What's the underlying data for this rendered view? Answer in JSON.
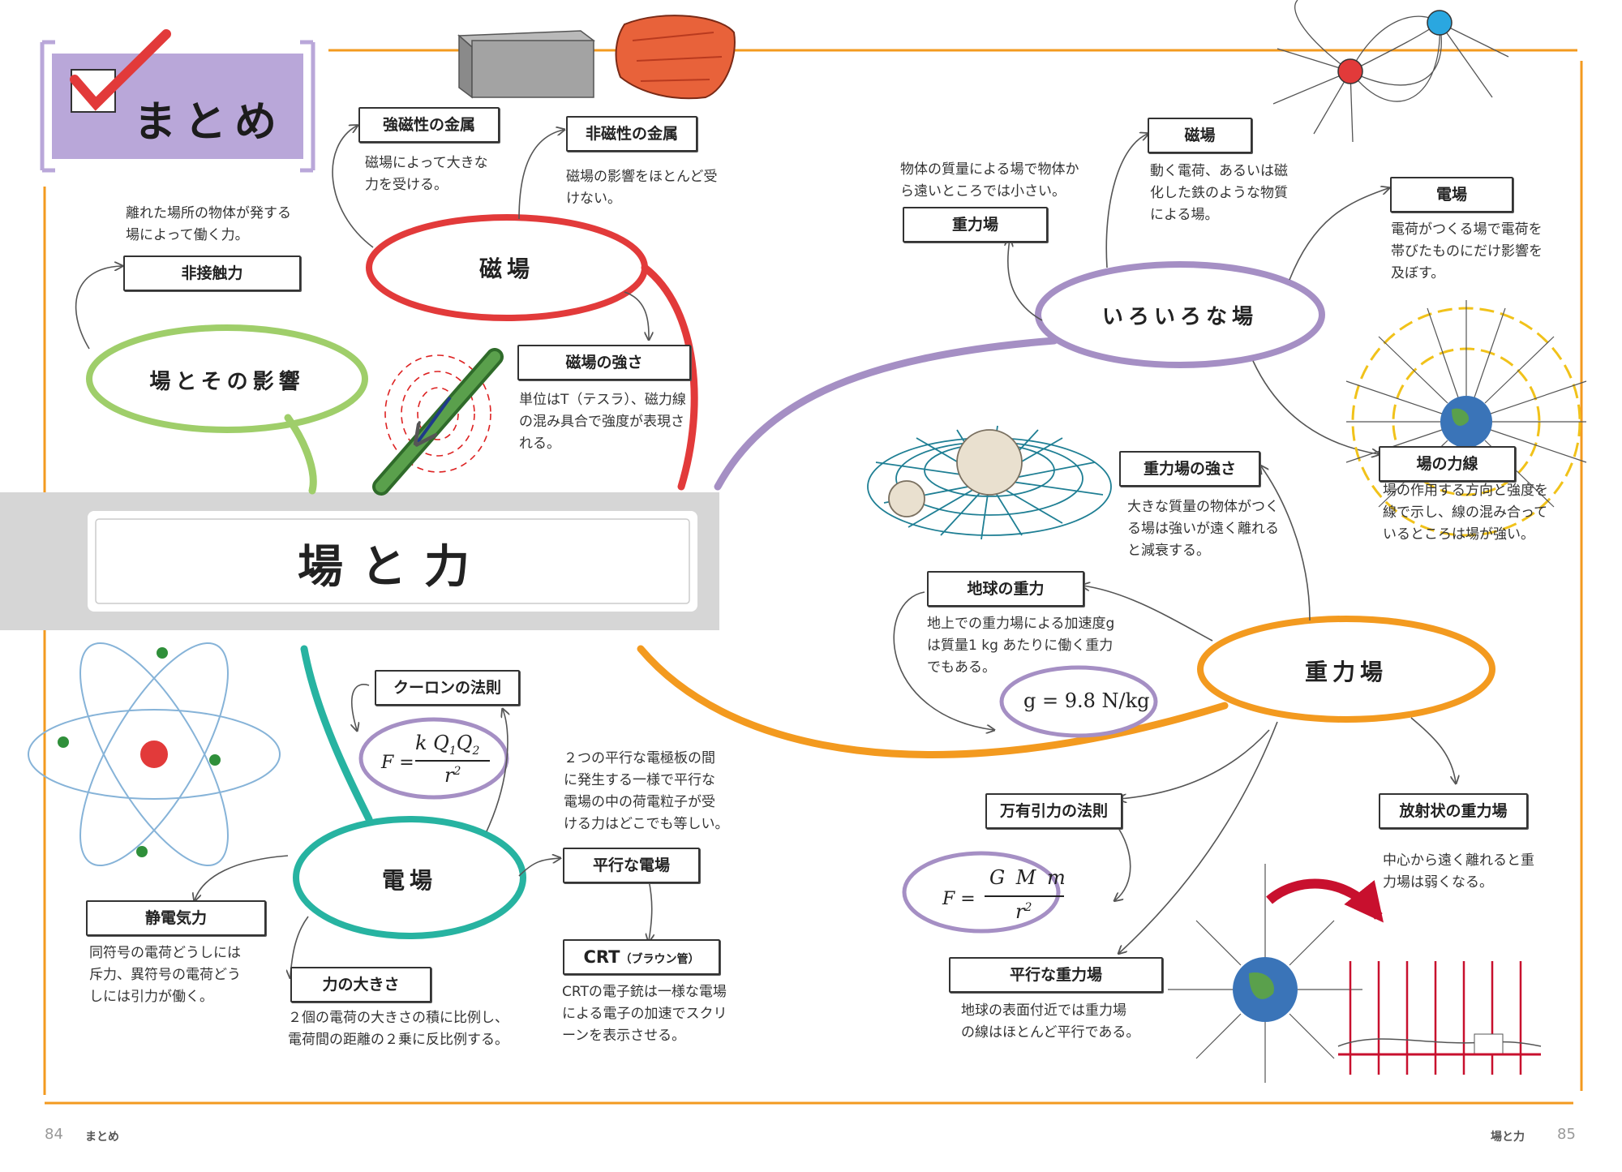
{
  "header": {
    "title": "まとめ"
  },
  "main": {
    "title": "場と力"
  },
  "hubs": {
    "magnetic": "磁場",
    "field_effect": "場とその影響",
    "various": "いろいろな場",
    "gravity": "重力場",
    "electric": "電場"
  },
  "nodes": {
    "ferro": {
      "title": "強磁性の金属",
      "desc": [
        "磁場によって大きな",
        "力を受ける。"
      ]
    },
    "nonmag": {
      "title": "非磁性の金属",
      "desc": [
        "磁場の影響をほとんど受",
        "けない。"
      ]
    },
    "noncontact": {
      "title": "非接触力",
      "desc": [
        "離れた場所の物体が発する",
        "場によって働く力。"
      ]
    },
    "magstrength": {
      "title": "磁場の強さ",
      "desc": [
        "単位はT（テスラ）、磁力線",
        "の混み具合で強度が表現さ",
        "れる。"
      ]
    },
    "gravfield": {
      "title": "重力場",
      "desc": [
        "物体の質量による場で物体か",
        "ら遠いところでは小さい。"
      ]
    },
    "magfield": {
      "title": "磁場",
      "desc": [
        "動く電荷、あるいは磁",
        "化した鉄のような物質",
        "による場。"
      ]
    },
    "efield": {
      "title": "電場",
      "desc": [
        "電荷がつくる場で電荷を",
        "帯びたものにだけ影響を",
        "及ぼす。"
      ]
    },
    "fieldlines": {
      "title": "場の力線",
      "desc": [
        "場の作用する方向と強度を",
        "線で示し、線の混み合って",
        "いるところは場が強い。"
      ]
    },
    "gravstrength": {
      "title": "重力場の強さ",
      "desc": [
        "大きな質量の物体がつく",
        "る場は強いが遠く離れる",
        "と減衰する。"
      ]
    },
    "earthgrav": {
      "title": "地球の重力",
      "desc": [
        "地上での重力場による加速度g",
        "は質量1 kg あたりに働く重力",
        "でもある。"
      ]
    },
    "coulomb": {
      "title": "クーロンの法則"
    },
    "parallel_e": {
      "title": "平行な電場",
      "desc": [
        "２つの平行な電極板の間",
        "に発生する一様で平行な",
        "電場の中の荷電粒子が受",
        "ける力はどこでも等しい。"
      ]
    },
    "crt": {
      "title": "CRT",
      "title_small": "（ブラウン管）",
      "desc": [
        "CRTの電子銃は一様な電場",
        "による電子の加速でスクリ",
        "ーンを表示させる。"
      ]
    },
    "electrostatic": {
      "title": "静電気力",
      "desc": [
        "同符号の電荷どうしには",
        "斥力、異符号の電荷どう",
        "しには引力が働く。"
      ]
    },
    "force_size": {
      "title": "力の大きさ",
      "desc": [
        "２個の電荷の大きさの積に比例し、",
        "電荷間の距離の２乗に反比例する。"
      ]
    },
    "universal": {
      "title": "万有引力の法則"
    },
    "radial": {
      "title": "放射状の重力場",
      "desc": [
        "中心から遠く離れると重",
        "力場は弱くなる。"
      ]
    },
    "parallel_g": {
      "title": "平行な重力場",
      "desc": [
        "地球の表面付近では重力場",
        "の線はほとんど平行である。"
      ]
    }
  },
  "formulas": {
    "g_value": "g = 9.8 N/kg",
    "coulomb": {
      "lhs": "F =",
      "num": "k Q",
      "sub1": "1",
      "q2": "Q",
      "sub2": "2",
      "den": "r",
      "sup": "2"
    },
    "newton": {
      "lhs": "F =",
      "num": "G M m",
      "den": "r",
      "sup": "2"
    }
  },
  "footer": {
    "left_page": "84",
    "left_label": "まとめ",
    "right_page": "85",
    "right_label": "場と力"
  },
  "colors": {
    "magnetic": "#e23a3a",
    "field_effect": "#9fce6a",
    "various": "#a58fc4",
    "gravity": "#f39a1f",
    "electric": "#27b3a1",
    "header_bg": "#b9a7d9",
    "frame": "#f39a1f",
    "formula_ring": "#a58fc4"
  }
}
